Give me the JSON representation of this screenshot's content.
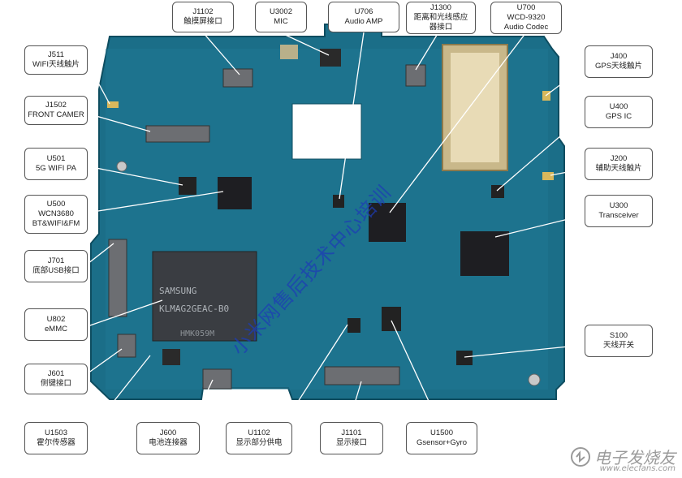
{
  "labels": [
    {
      "id": "j511",
      "l1": "J511",
      "l2": "WIFI天线触片"
    },
    {
      "id": "j1502",
      "l1": "J1502",
      "l2": "FRONT CAMER"
    },
    {
      "id": "u501",
      "l1": "U501",
      "l2": "5G WIFI PA"
    },
    {
      "id": "u500",
      "l1": "U500",
      "l2": "WCN3680",
      "l3": "BT&WIFI&FM"
    },
    {
      "id": "j701",
      "l1": "J701",
      "l2": "底部USB接口"
    },
    {
      "id": "u802",
      "l1": "U802",
      "l2": "eMMC"
    },
    {
      "id": "j601",
      "l1": "J601",
      "l2": "侧键接口"
    },
    {
      "id": "u1503",
      "l1": "U1503",
      "l2": "霍尔传感器"
    },
    {
      "id": "j600",
      "l1": "J600",
      "l2": "电池连接器"
    },
    {
      "id": "u1102",
      "l1": "U1102",
      "l2": "显示部分供电"
    },
    {
      "id": "j1101",
      "l1": "J1101",
      "l2": "显示接口"
    },
    {
      "id": "u1500",
      "l1": "U1500",
      "l2": "Gsensor+Gyro"
    },
    {
      "id": "j1102",
      "l1": "J1102",
      "l2": "触摸屏接口"
    },
    {
      "id": "u3002",
      "l1": "U3002",
      "l2": "MIC"
    },
    {
      "id": "u706",
      "l1": "U706",
      "l2": "Audio AMP"
    },
    {
      "id": "j1300",
      "l1": "J1300",
      "l2": "距离和光线感应",
      "l3": "器接口"
    },
    {
      "id": "u700",
      "l1": "U700",
      "l2": "WCD-9320",
      "l3": "Audio Codec"
    },
    {
      "id": "j400",
      "l1": "J400",
      "l2": "GPS天线触片"
    },
    {
      "id": "u400",
      "l1": "U400",
      "l2": "GPS IC"
    },
    {
      "id": "j200",
      "l1": "J200",
      "l2": "辅助天线触片"
    },
    {
      "id": "u300",
      "l1": "U300",
      "l2": "Transceiver"
    },
    {
      "id": "s100",
      "l1": "S100",
      "l2": "天线开关"
    }
  ],
  "chip_marking": {
    "l1": "SAMSUNG",
    "l2": "KLMAG2GEAC-B0",
    "l3": "HMK059M"
  },
  "watermark": "小米网售后技术中心培训",
  "logo": {
    "cn": "电子发烧友",
    "url": "www.elecfans.com"
  }
}
